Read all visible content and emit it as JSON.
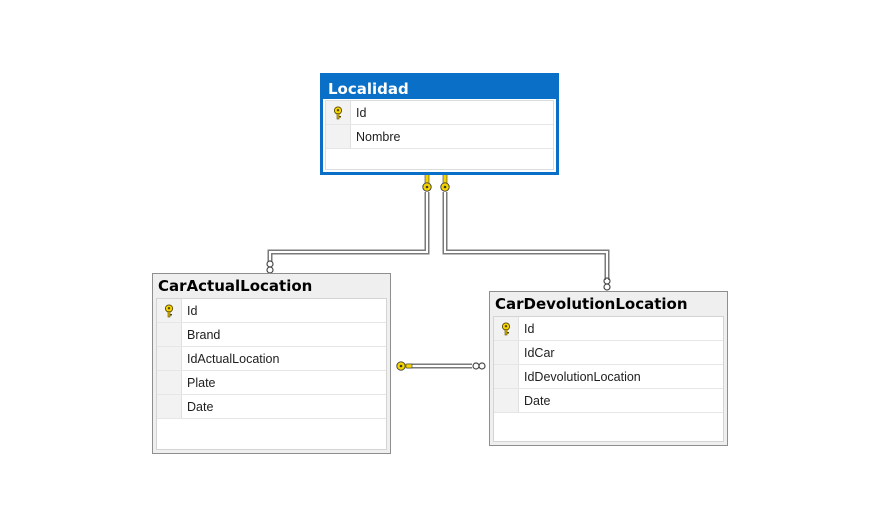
{
  "diagram": {
    "tables": {
      "localidad": {
        "title": "Localidad",
        "columns": [
          {
            "name": "Id",
            "primary_key": true
          },
          {
            "name": "Nombre",
            "primary_key": false
          }
        ]
      },
      "car_actual_location": {
        "title": "CarActualLocation",
        "columns": [
          {
            "name": "Id",
            "primary_key": true
          },
          {
            "name": "Brand",
            "primary_key": false
          },
          {
            "name": "IdActualLocation",
            "primary_key": false
          },
          {
            "name": "Plate",
            "primary_key": false
          },
          {
            "name": "Date",
            "primary_key": false
          }
        ]
      },
      "car_devolution_location": {
        "title": "CarDevolutionLocation",
        "columns": [
          {
            "name": "Id",
            "primary_key": true
          },
          {
            "name": "IdCar",
            "primary_key": false
          },
          {
            "name": "IdDevolutionLocation",
            "primary_key": false
          },
          {
            "name": "Date",
            "primary_key": false
          }
        ]
      }
    },
    "colors": {
      "selected_border": "#0a6fc6",
      "key_icon": "#f5d400",
      "connector": "#7a7a7a"
    },
    "icons": {
      "primary_key": "key-icon",
      "one_end": "key-icon",
      "many_end": "infinity-icon"
    }
  }
}
